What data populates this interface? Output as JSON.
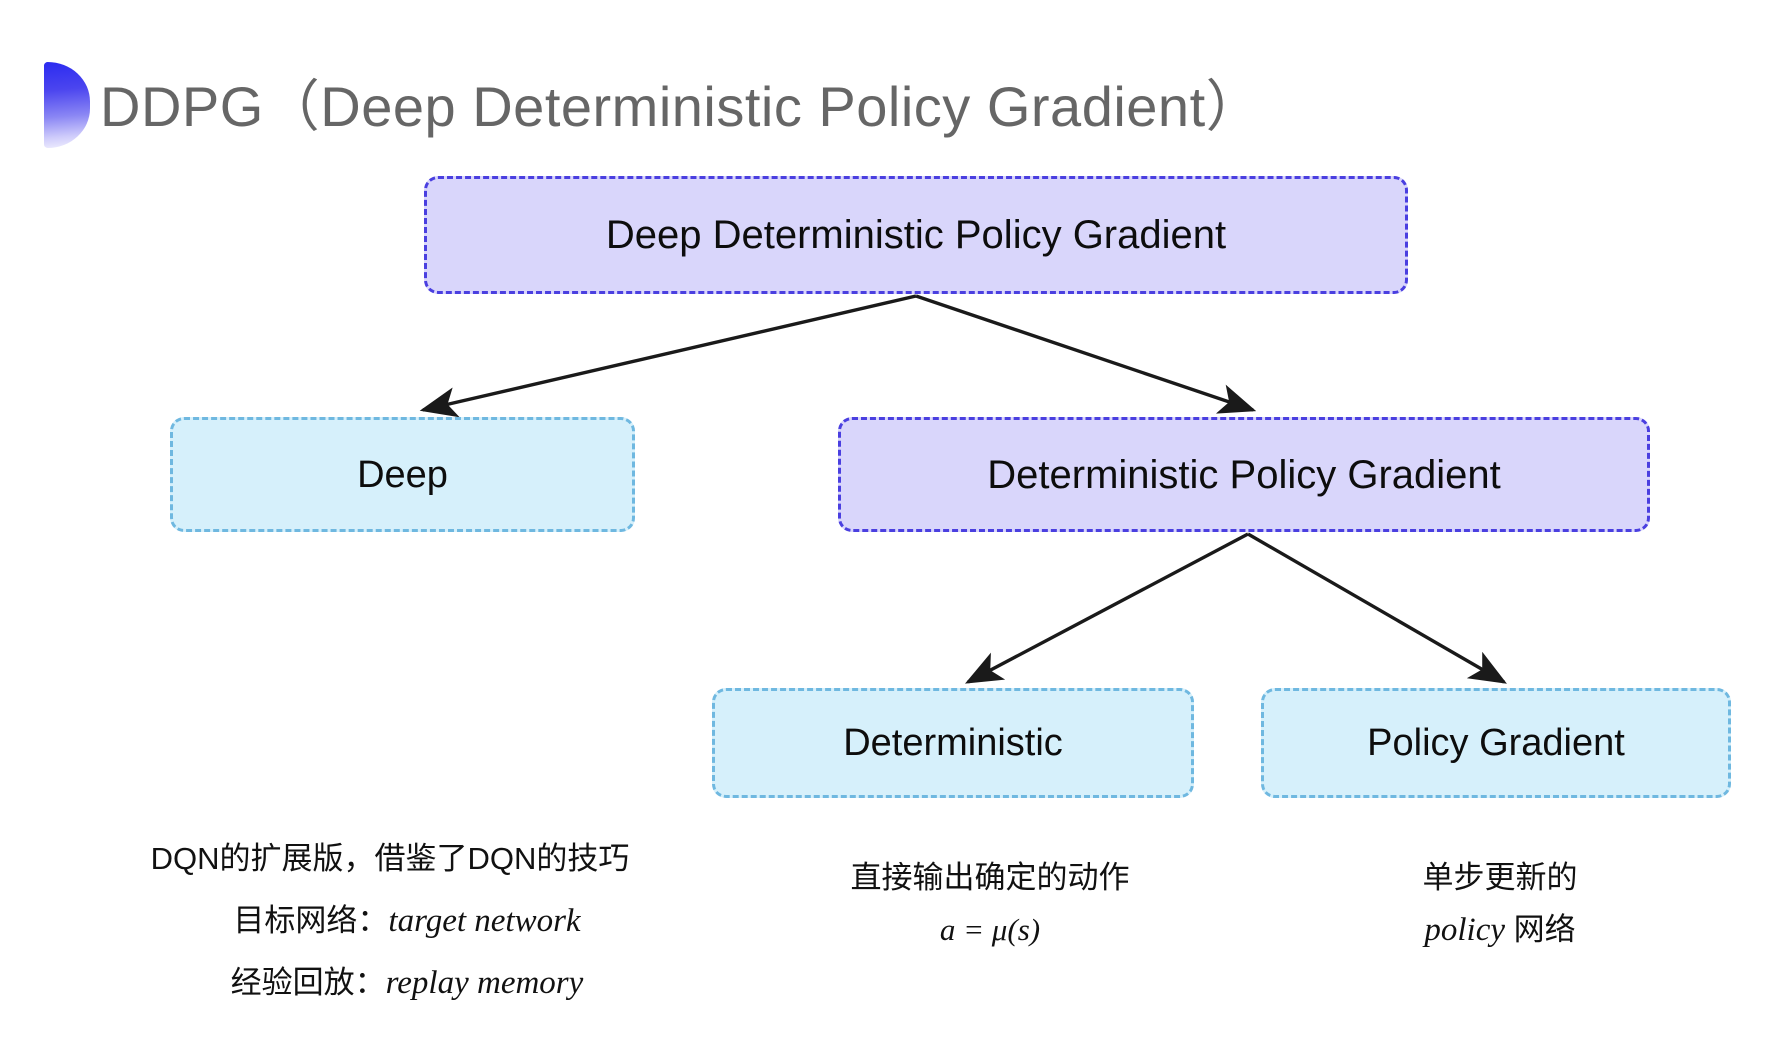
{
  "slide": {
    "title": "DDPG（Deep Deterministic Policy Gradient）",
    "background_color": "#ffffff",
    "title_color": "#666666",
    "bullet_color": "#2b2bf0"
  },
  "palette": {
    "purple_fill": "#d9d6fb",
    "purple_border": "#4a3fe0",
    "cyan_fill": "#d6f0fb",
    "cyan_border": "#6fb8e0",
    "arrow_color": "#1a1a1a"
  },
  "nodes": {
    "root": {
      "label": "Deep Deterministic Policy Gradient",
      "style": "purple"
    },
    "deep": {
      "label": "Deep",
      "style": "cyan"
    },
    "dpg": {
      "label": "Deterministic Policy Gradient",
      "style": "purple"
    },
    "deterministic": {
      "label": "Deterministic",
      "style": "cyan"
    },
    "policy_gradient": {
      "label": "Policy Gradient",
      "style": "cyan"
    }
  },
  "captions": {
    "deep": {
      "line1": "DQN的扩展版，借鉴了DQN的技巧",
      "line2_label": "目标网络：",
      "line2_term": "target network",
      "line3_label": "经验回放：",
      "line3_term": "replay memory"
    },
    "deterministic": {
      "line1": "直接输出确定的动作",
      "formula": "a = μ(s)"
    },
    "policy_gradient": {
      "line1": "单步更新的",
      "line2_term": "policy",
      "line2_suffix": " 网络"
    }
  },
  "connectors": [
    {
      "name": "root-to-deep",
      "from": "root",
      "to": "deep"
    },
    {
      "name": "root-to-dpg",
      "from": "root",
      "to": "dpg"
    },
    {
      "name": "dpg-to-deterministic",
      "from": "dpg",
      "to": "deterministic"
    },
    {
      "name": "dpg-to-policy-gradient",
      "from": "dpg",
      "to": "policy_gradient"
    }
  ]
}
